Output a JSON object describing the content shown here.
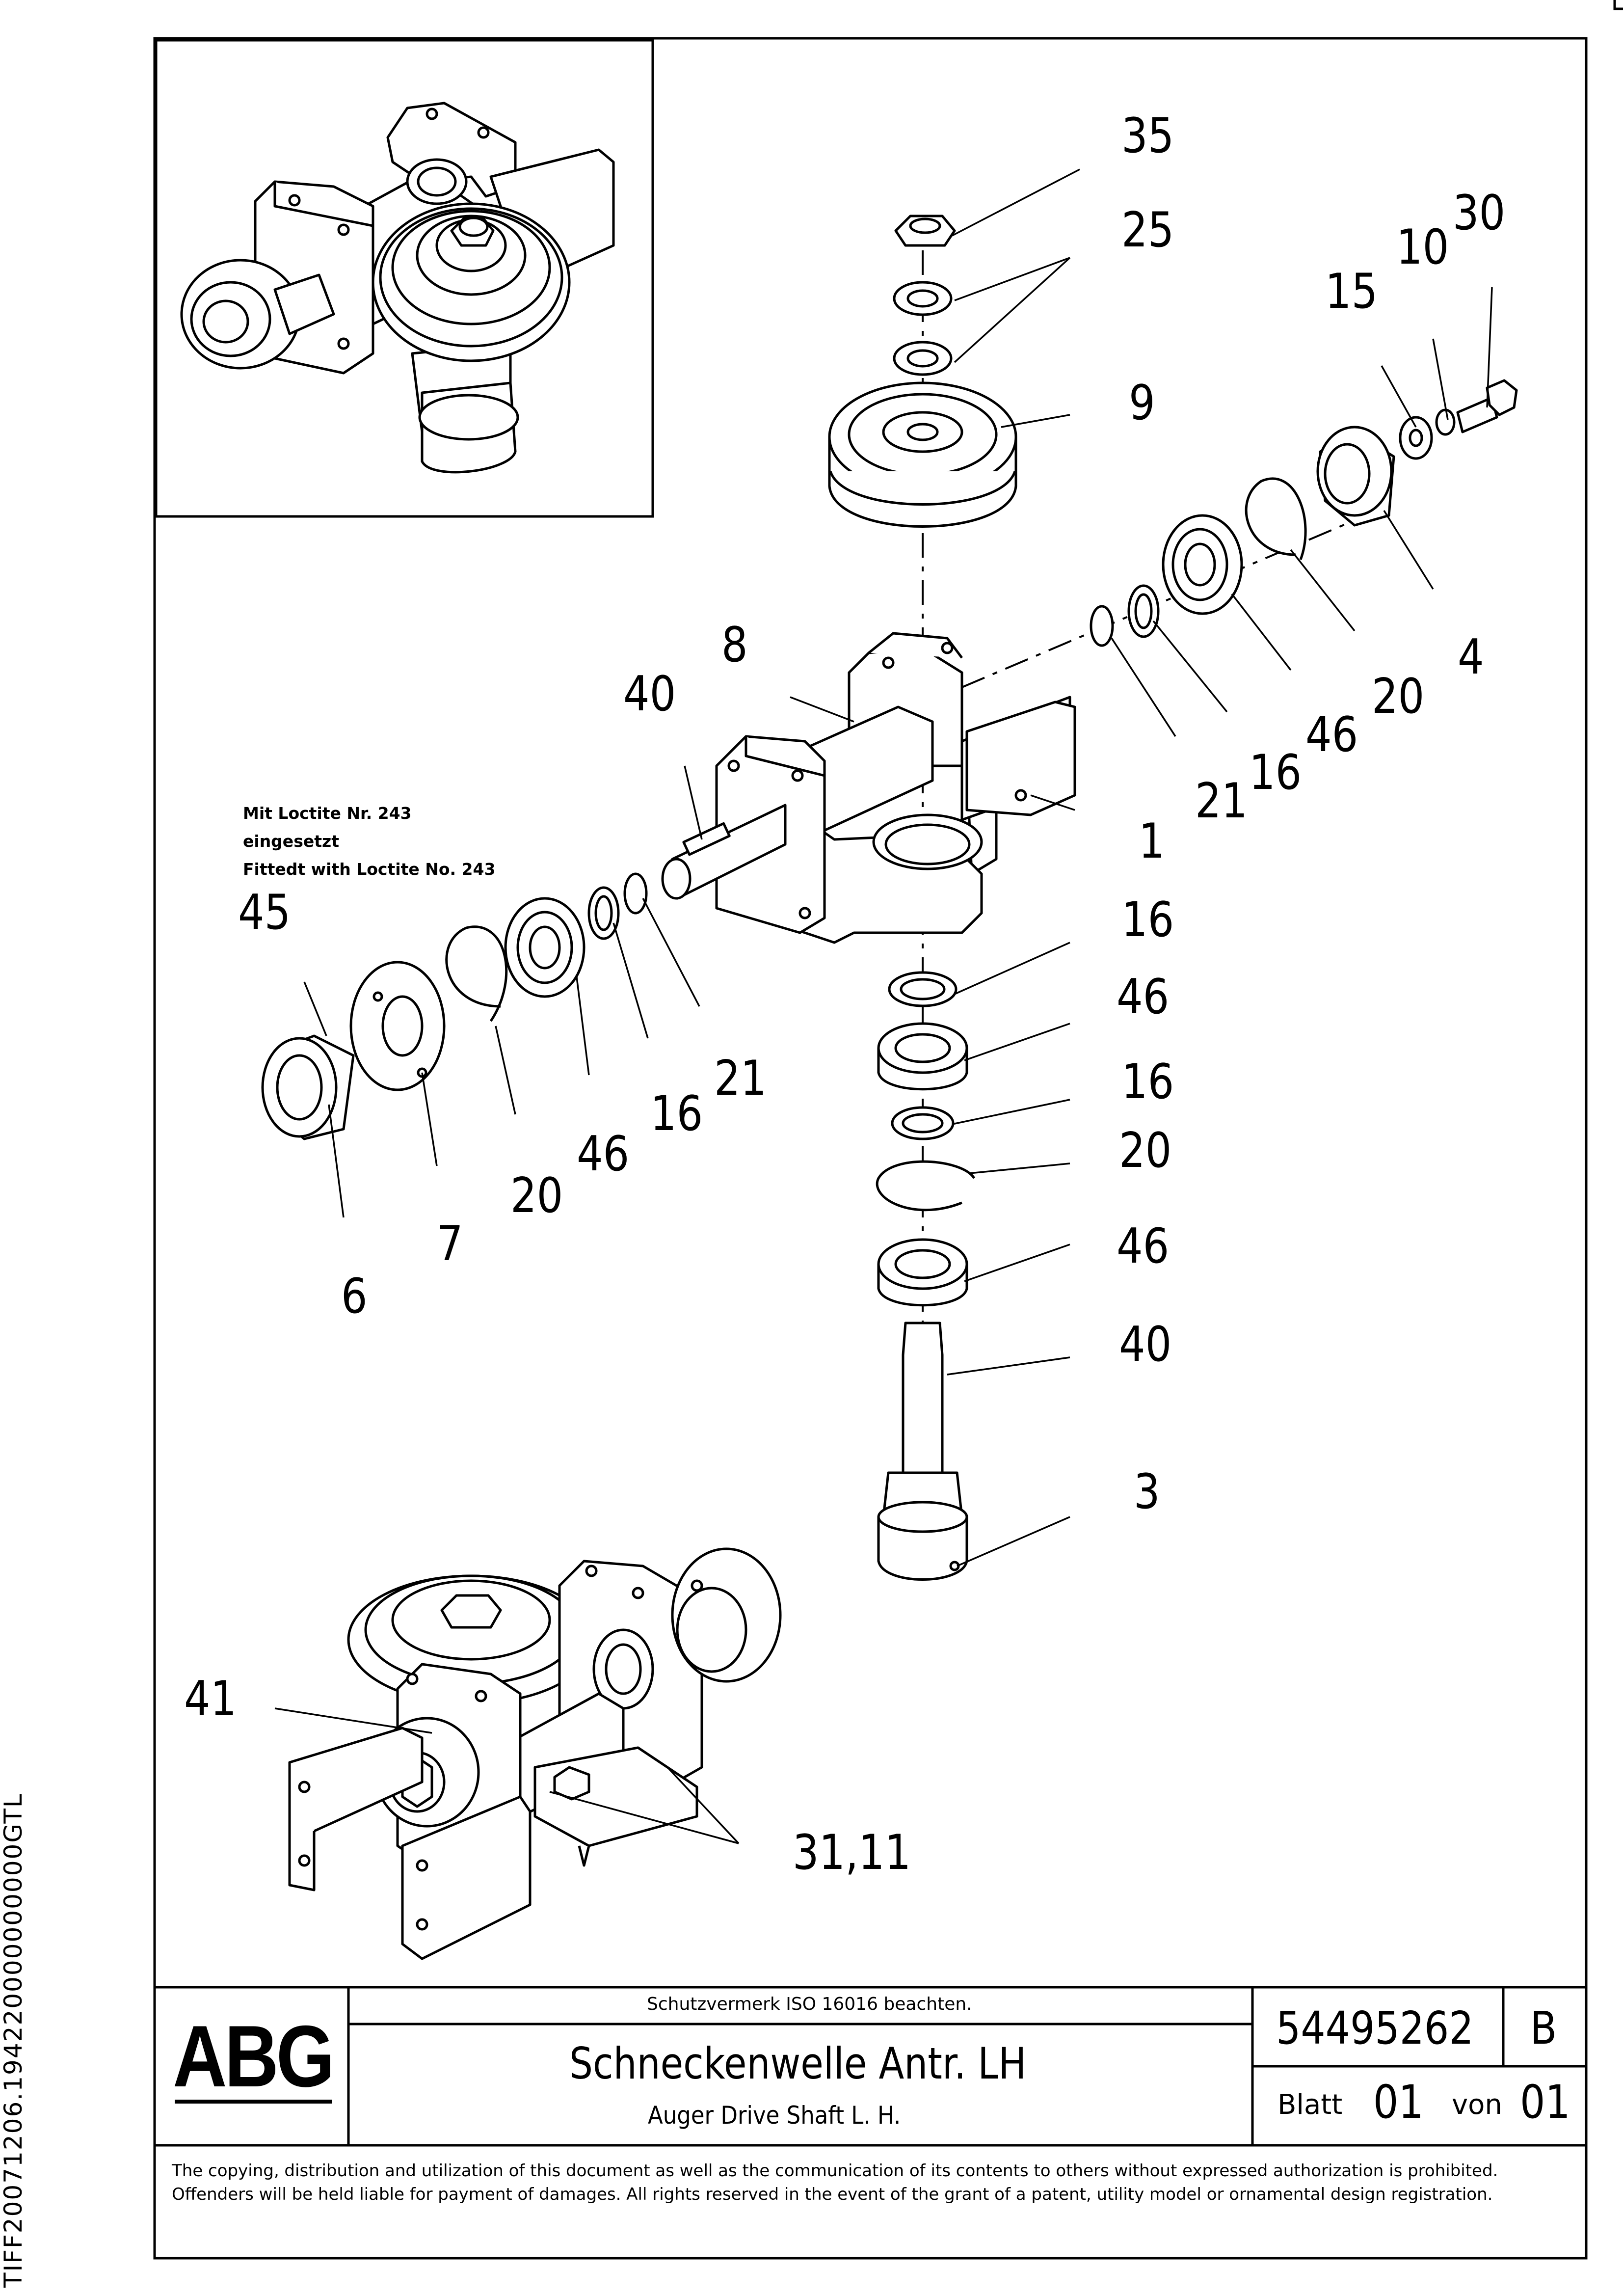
{
  "drawing": {
    "callouts": {
      "c35": "35",
      "c25": "25",
      "c9": "9",
      "c30": "30",
      "c10": "10",
      "c15": "15",
      "c4": "4",
      "c20a": "20",
      "c46a": "46",
      "c16a": "16",
      "c21a": "21",
      "c8": "8",
      "c40a": "40",
      "c1": "1",
      "c16b": "16",
      "c46b": "46",
      "c16c": "16",
      "c20b": "20",
      "c46c": "46",
      "c40b": "40",
      "c3": "3",
      "c45": "45",
      "c21b": "21",
      "c16d": "16",
      "c46d": "46",
      "c20c": "20",
      "c7": "7",
      "c6": "6",
      "c41": "41",
      "c3111": "31,11"
    },
    "note": {
      "line1": "Mit Loctite Nr. 243",
      "line2": "eingesetzt",
      "line3": "Fittedt with Loctite No. 243"
    },
    "side_code": "TIFF20071206.194220000000000GTL"
  },
  "title_block": {
    "logo": "ABG",
    "protection_notice": "Schutzvermerk ISO 16016 beachten.",
    "title_de": "Schneckenwelle Antr. LH",
    "title_en": "Auger Drive Shaft L. H.",
    "part_number": "54495262",
    "revision": "B",
    "sheet_label": "Blatt",
    "sheet_number": "01",
    "of_label": "von",
    "sheet_total": "01"
  },
  "copyright": "The copying, distribution and utilization of this document as well as the communication of its contents to others without expressed authorization is prohibited. Offenders will be held liable for payment of damages. All rights reserved in the event of the grant of a patent, utility model or ornamental design registration."
}
